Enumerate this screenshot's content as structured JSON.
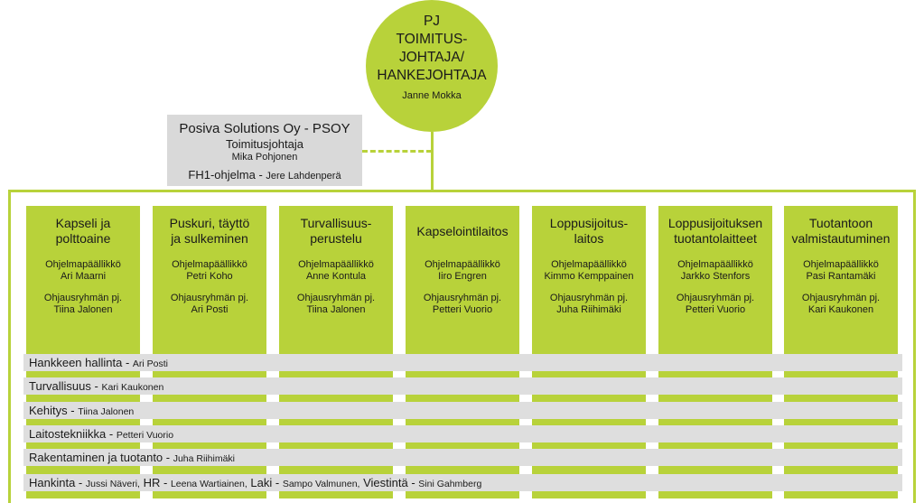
{
  "ceo": {
    "line1": "PJ",
    "line2": "TOIMITUS-",
    "line3": "JOHTAJA/",
    "line4": "HANKEJOHTAJA",
    "name": "Janne Mokka"
  },
  "psoy": {
    "company": "Posiva Solutions Oy - PSOY",
    "role": "Toimitusjohtaja",
    "person": "Mika Pohjonen",
    "program_label": "FH1-ohjelma",
    "program_sep": " - ",
    "program_person": "Jere Lahdenperä"
  },
  "columns": [
    {
      "title1": "Kapseli ja",
      "title2": "polttoaine",
      "pm_label": "Ohjelmapäällikkö",
      "pm_name": "Ari Maarni",
      "sg_label": "Ohjausryhmän pj.",
      "sg_name": "Tiina Jalonen"
    },
    {
      "title1": "Puskuri, täyttö",
      "title2": "ja sulkeminen",
      "pm_label": "Ohjelmapäällikkö",
      "pm_name": "Petri Koho",
      "sg_label": "Ohjausryhmän pj.",
      "sg_name": "Ari Posti"
    },
    {
      "title1": "Turvallisuus-",
      "title2": "perustelu",
      "pm_label": "Ohjelmapäällikkö",
      "pm_name": "Anne Kontula",
      "sg_label": "Ohjausryhmän pj.",
      "sg_name": "Tiina Jalonen"
    },
    {
      "title1": "Kapselointilaitos",
      "title2": "",
      "pm_label": "Ohjelmapäällikkö",
      "pm_name": "Iiro Engren",
      "sg_label": "Ohjausryhmän pj.",
      "sg_name": "Petteri Vuorio"
    },
    {
      "title1": "Loppusijoitus-",
      "title2": "laitos",
      "pm_label": "Ohjelmapäällikkö",
      "pm_name": "Kimmo Kemppainen",
      "sg_label": "Ohjausryhmän pj.",
      "sg_name": "Juha Riihimäki"
    },
    {
      "title1": "Loppusijoituksen",
      "title2": "tuotantolaitteet",
      "pm_label": "Ohjelmapäällikkö",
      "pm_name": "Jarkko Stenfors",
      "sg_label": "Ohjausryhmän pj.",
      "sg_name": "Petteri Vuorio"
    },
    {
      "title1": "Tuotantoon",
      "title2": "valmistautuminen",
      "pm_label": "Ohjelmapäällikkö",
      "pm_name": "Pasi Rantamäki",
      "sg_label": "Ohjausryhmän pj.",
      "sg_name": "Kari Kaukonen"
    }
  ],
  "bands": [
    {
      "label": "Hankkeen hallinta",
      "person": "Ari Posti"
    },
    {
      "label": "Turvallisuus",
      "person": "Kari Kaukonen"
    },
    {
      "label": "Kehitys",
      "person": "Tiina Jalonen"
    },
    {
      "label": "Laitostekniikka",
      "person": "Petteri Vuorio"
    },
    {
      "label": "Rakentaminen ja tuotanto",
      "person": "Juha Riihimäki"
    }
  ],
  "last_band": {
    "l1": "Hankinta",
    "p1": "Jussi Näveri,",
    "l2": "HR",
    "p2": "Leena Wartiainen,",
    "l3": "Laki",
    "p3": "Sampo Valmunen,",
    "l4": "Viestintä",
    "p4": "Sini Gahmberg",
    "sep": " - "
  },
  "colors": {
    "green": "#b8d23a",
    "gray": "#d9d9d9"
  }
}
